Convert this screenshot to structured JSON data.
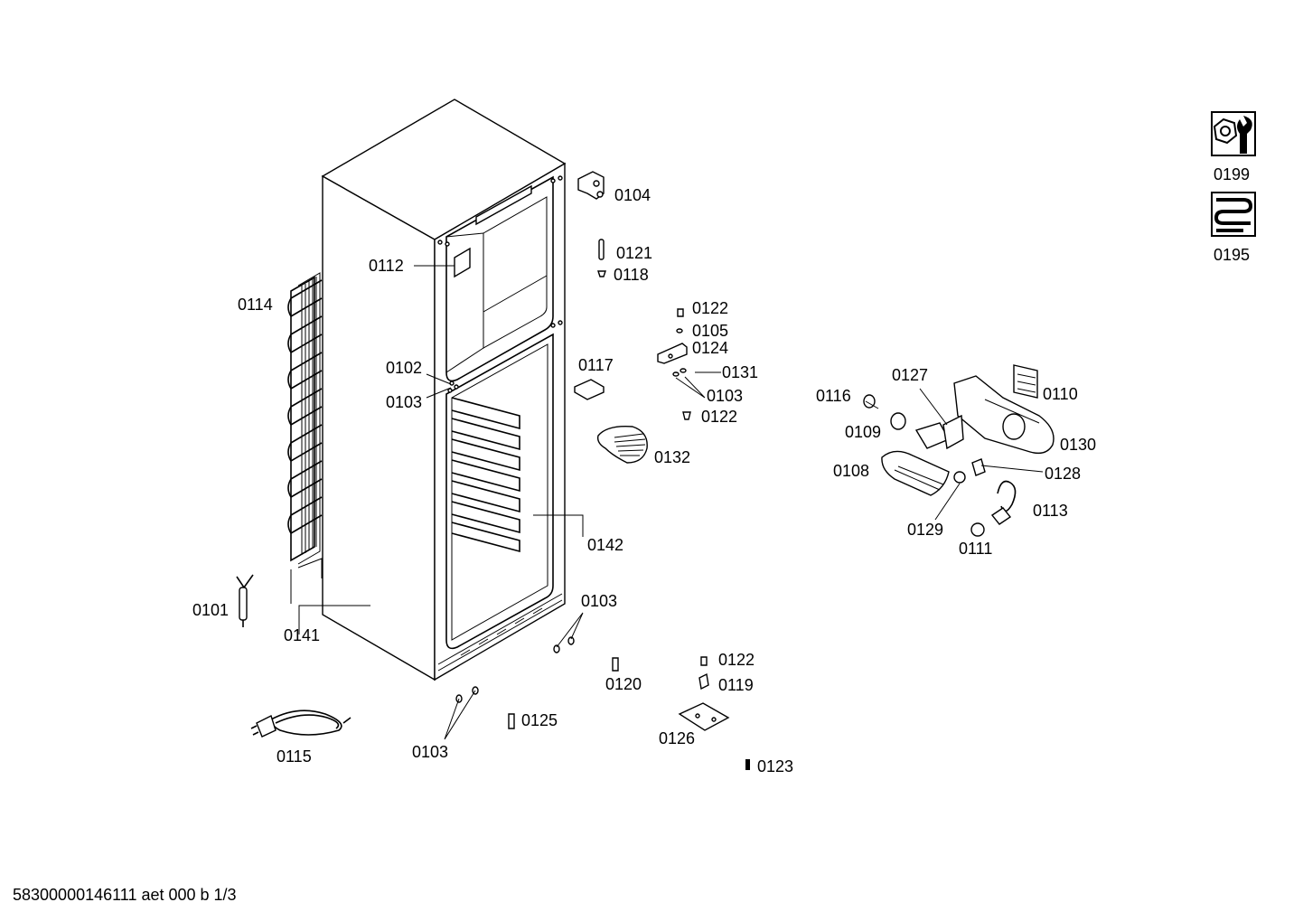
{
  "labels": {
    "p0104": "0104",
    "p0121": "0121",
    "p0118": "0118",
    "p0112": "0112",
    "p0114": "0114",
    "p0122a": "0122",
    "p0105": "0105",
    "p0124": "0124",
    "p0131": "0131",
    "p0103a": "0103",
    "p0122b": "0122",
    "p0102": "0102",
    "p0103b": "0103",
    "p0117": "0117",
    "p0132": "0132",
    "p0142": "0142",
    "p0101": "0101",
    "p0141": "0141",
    "p0103c": "0103",
    "p0120": "0120",
    "p0122c": "0122",
    "p0119": "0119",
    "p0125": "0125",
    "p0115": "0115",
    "p0103d": "0103",
    "p0126": "0126",
    "p0123": "0123",
    "p0127": "0127",
    "p0116": "0116",
    "p0110": "0110",
    "p0109": "0109",
    "p0130": "0130",
    "p0108": "0108",
    "p0128": "0128",
    "p0113": "0113",
    "p0129": "0129",
    "p0111": "0111",
    "p0199": "0199",
    "p0195": "0195"
  },
  "footer": "58300000146111 aet 000 b 1/3",
  "icons": {
    "tool_kit": "wrench-nut-icon",
    "condenser": "coil-icon"
  }
}
